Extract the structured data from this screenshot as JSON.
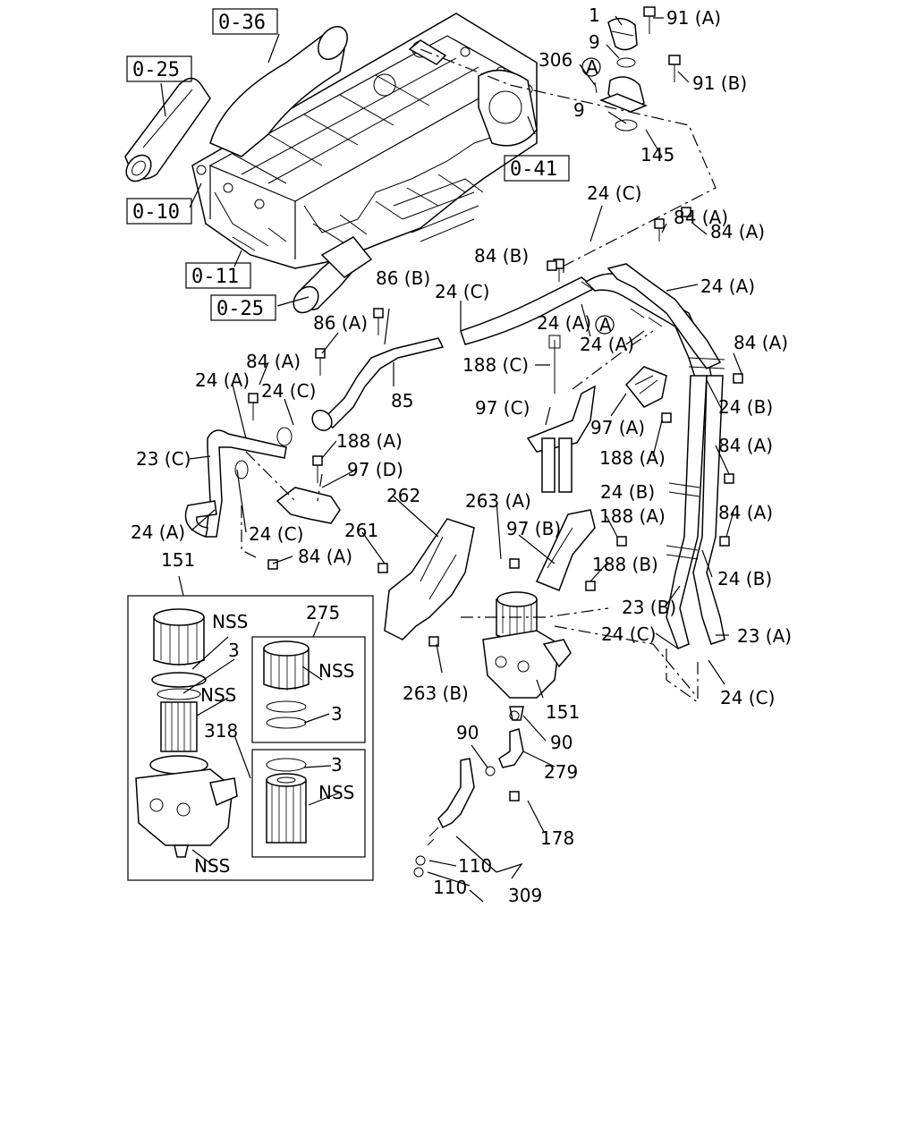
{
  "references": [
    "0-36",
    "0-25",
    "0-10",
    "0-11",
    "0-25",
    "0-41"
  ],
  "labels": {
    "p1": "1",
    "p91a": "91 (A)",
    "p9a": "9",
    "p306": "306",
    "circA1": "A",
    "p91b": "91 (B)",
    "p9b": "9",
    "p145": "145",
    "p24c_top": "24 (C)",
    "p84a_1": "84 (A)",
    "p84b": "84 (B)",
    "p84a_2": "84 (A)",
    "p24a_r": "24 (A)",
    "p86b": "86 (B)",
    "p24c_2": "24 (C)",
    "p86a": "86 (A)",
    "p24a_m": "24 (A)",
    "circA2": "A",
    "p24a_m2": "24 (A)",
    "p84a_3": "84 (A)",
    "p188c": "188 (C)",
    "p85": "85",
    "p84a_4": "84 (A)",
    "p24a_l": "24 (A)",
    "p24c_l": "24 (C)",
    "p97c": "97 (C)",
    "p97a": "97 (A)",
    "p24b_1": "24 (B)",
    "p188a_1": "188 (A)",
    "p23c": "23 (C)",
    "p188a_2": "188 (A)",
    "p97d": "97 (D)",
    "p84a_5": "84 (A)",
    "p24b_2": "24 (B)",
    "p262": "262",
    "p263a": "263 (A)",
    "p84a_6": "84 (A)",
    "p24a_ll": "24 (A)",
    "p24c_ll": "24 (C)",
    "p261": "261",
    "p97b": "97 (B)",
    "p188a_3": "188 (A)",
    "p84a_7": "84 (A)",
    "p151": "151",
    "p188b": "188 (B)",
    "p24b_3": "24 (B)",
    "p23b": "23 (B)",
    "p24c_r1": "24 (C)",
    "p23a": "23 (A)",
    "p24c_r2": "24 (C)",
    "p263b": "263 (B)",
    "p151b": "151",
    "p90a": "90",
    "p90b": "90",
    "p279": "279",
    "p178": "178",
    "p110a": "110",
    "p110b": "110",
    "p309": "309",
    "box_nss1": "NSS",
    "box_3a": "3",
    "box_nss2": "NSS",
    "box_318": "318",
    "box_nss3": "NSS",
    "box_275": "275",
    "box_nss4": "NSS",
    "box_3b": "3",
    "box_3c": "3",
    "box_nss5": "NSS"
  }
}
